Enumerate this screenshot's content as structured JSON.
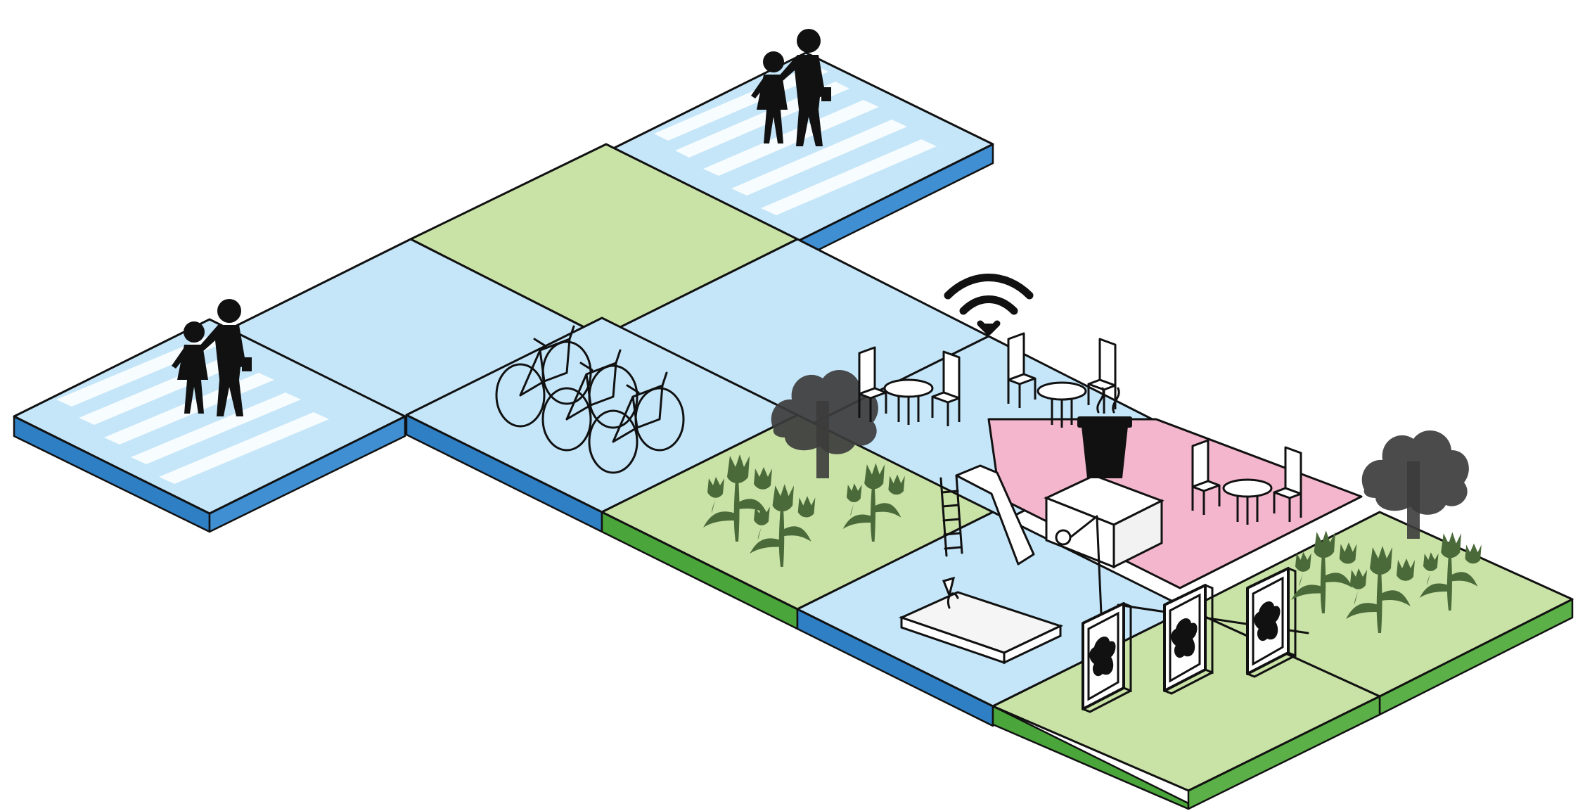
{
  "colors": {
    "sidewalk_top": "#c5e6f9",
    "sidewalk_side": "#3f8fd2",
    "grass_top": "#c9e2a6",
    "grass_side": "#4aa53a",
    "plaza_top": "#f4b6cc",
    "ink": "#111111",
    "tree": "#3c3c3c",
    "shrub": "#4b6a3a"
  },
  "tiles": [
    {
      "id": "crosswalk-left",
      "surface": "sidewalk",
      "features": [
        "crosswalk-stripes",
        "pedestrians"
      ]
    },
    {
      "id": "walkway-center",
      "surface": "sidewalk",
      "features": []
    },
    {
      "id": "grass-top",
      "surface": "grass",
      "features": []
    },
    {
      "id": "crosswalk-top",
      "surface": "sidewalk",
      "features": [
        "crosswalk-stripes",
        "pedestrians"
      ]
    },
    {
      "id": "bike-parking",
      "surface": "sidewalk",
      "features": [
        "bicycles"
      ]
    },
    {
      "id": "cafe-seating",
      "surface": "sidewalk",
      "features": [
        "wifi",
        "tables-chairs"
      ]
    },
    {
      "id": "garden-left",
      "surface": "grass",
      "features": [
        "tree",
        "tulips"
      ]
    },
    {
      "id": "playground",
      "surface": "sidewalk",
      "features": [
        "slide",
        "sandbox"
      ]
    },
    {
      "id": "kiosk-plaza",
      "surface": "plaza",
      "features": [
        "coffee-kiosk",
        "tables-chairs"
      ]
    },
    {
      "id": "garden-right",
      "surface": "grass",
      "features": [
        "tree",
        "tulips"
      ]
    },
    {
      "id": "art-display",
      "surface": "grass",
      "features": [
        "picture-frames"
      ]
    }
  ],
  "icons": [
    "pedestrians-icon",
    "bicycle-icon",
    "wifi-icon",
    "cafe-table-icon",
    "tree-icon",
    "tulip-icon",
    "slide-icon",
    "sandbox-icon",
    "coffee-cup-icon",
    "kiosk-icon",
    "picture-frame-icon"
  ]
}
